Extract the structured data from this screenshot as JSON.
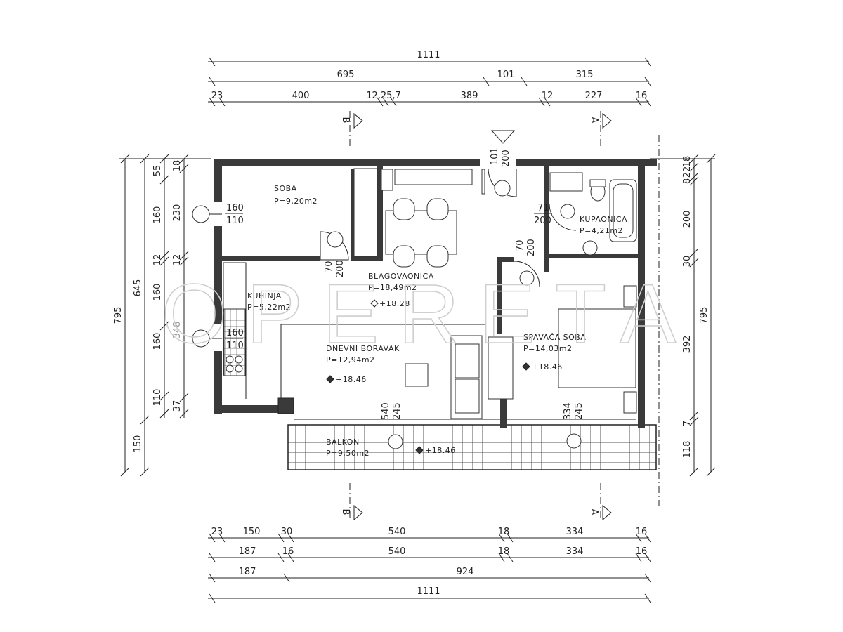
{
  "watermark": "OPERETA",
  "dimensions": {
    "top_total": "1111",
    "top_row2": [
      "695",
      "101",
      "315"
    ],
    "top_row3": [
      "23",
      "400",
      "12,25,7",
      "389",
      "12",
      "227",
      "16"
    ],
    "bottom_row1": [
      "23",
      "150",
      "30",
      "540",
      "18",
      "334",
      "16"
    ],
    "bottom_row2": [
      "187",
      "16",
      "540",
      "18",
      "334",
      "16"
    ],
    "bottom_row3": [
      "187",
      "924"
    ],
    "bottom_total": "1111",
    "left_total": "795",
    "left_645": "645",
    "left_150": "150",
    "left_col2": [
      "55",
      "160",
      "12",
      "160",
      "160",
      "110"
    ],
    "left_col3": [
      "18",
      "230",
      "12",
      "348",
      "37"
    ],
    "right_total": "795",
    "right_col1": [
      "8",
      "22",
      "18",
      "200",
      "30",
      "392",
      "7",
      "118"
    ],
    "section_b": "B",
    "section_a": "A",
    "door_101": "101",
    "door_200": "200"
  },
  "openings": {
    "win_soba_w": "160",
    "win_soba_h": "110",
    "win_kuh_w": "160",
    "win_kuh_h": "110",
    "door_soba_w": "70",
    "door_soba_h": "200",
    "door_kup_w": "71",
    "door_kup_h": "200",
    "door_spav_w": "70",
    "door_spav_h": "200",
    "door_dnevni_w": "540",
    "door_dnevni_h": "245",
    "door_spav2_w": "334",
    "door_spav2_h": "245"
  },
  "rooms": {
    "soba": {
      "name": "SOBA",
      "area": "P=9,20m2"
    },
    "blagovaonica": {
      "name": "BLAGOVAONICA",
      "area": "P=18,49m2",
      "level": "+18.28"
    },
    "kupaonica": {
      "name": "KUPAONICA",
      "area": "P=4,21m2"
    },
    "kuhinja": {
      "name": "KUHINJA",
      "area": "P=5,22m2"
    },
    "dnevni": {
      "name": "DNEVNI BORAVAK",
      "area": "P=12,94m2",
      "level": "+18.46"
    },
    "spavaca": {
      "name": "SPAVAĆA SOBA",
      "area": "P=14,03m2",
      "level": "+18.46"
    },
    "balkon": {
      "name": "BALKON",
      "area": "P=9,50m2",
      "level": "+18.46"
    }
  }
}
